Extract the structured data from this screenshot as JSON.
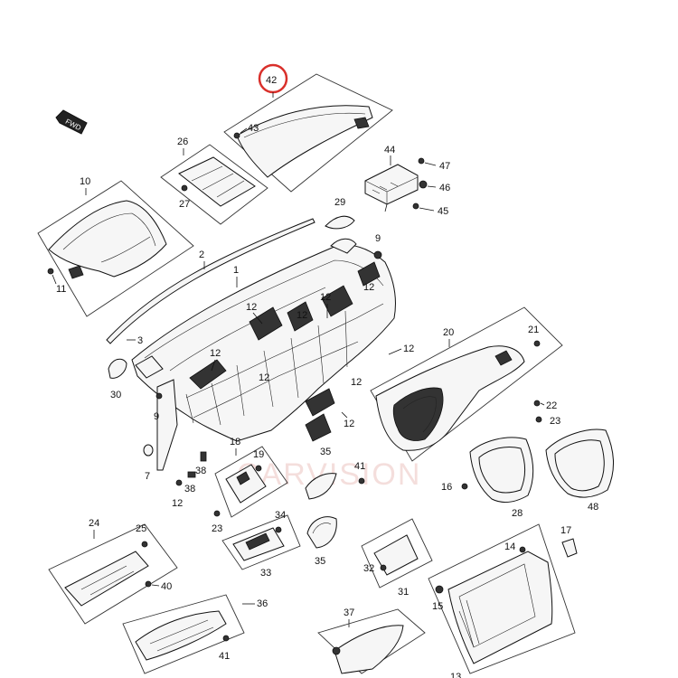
{
  "diagram": {
    "fwd_label": "FWD",
    "watermark": "CARVISION",
    "highlight": {
      "part": "42",
      "color": "#d9302b"
    },
    "callouts": {
      "c42": "42",
      "c43": "43",
      "c44": "44",
      "c47": "47",
      "c46": "46",
      "c45": "45",
      "c26": "26",
      "c27": "27",
      "c10": "10",
      "c11": "11",
      "c29": "29",
      "c9a": "9",
      "c2": "2",
      "c1": "1",
      "c12a": "12",
      "c12b": "12",
      "c12c": "12",
      "c12d": "12",
      "c12e": "12",
      "c12f": "12",
      "c12g": "12",
      "c12h": "12",
      "c12i": "12",
      "c3": "3",
      "c30": "30",
      "c9b": "9",
      "c7": "7",
      "c38a": "38",
      "c38b": "38",
      "c18": "18",
      "c19": "19",
      "c20": "20",
      "c21": "21",
      "c22": "22",
      "c23a": "23",
      "c35a": "35",
      "c41a": "41",
      "c16": "16",
      "c28": "28",
      "c48": "48",
      "c23b": "23",
      "c24": "24",
      "c25": "25",
      "c34": "34",
      "c33": "33",
      "c35b": "35",
      "c17": "17",
      "c14": "14",
      "c32": "32",
      "c31": "31",
      "c40": "40",
      "c36": "36",
      "c15": "15",
      "c41b": "41",
      "c37": "37",
      "c13": "13"
    }
  }
}
